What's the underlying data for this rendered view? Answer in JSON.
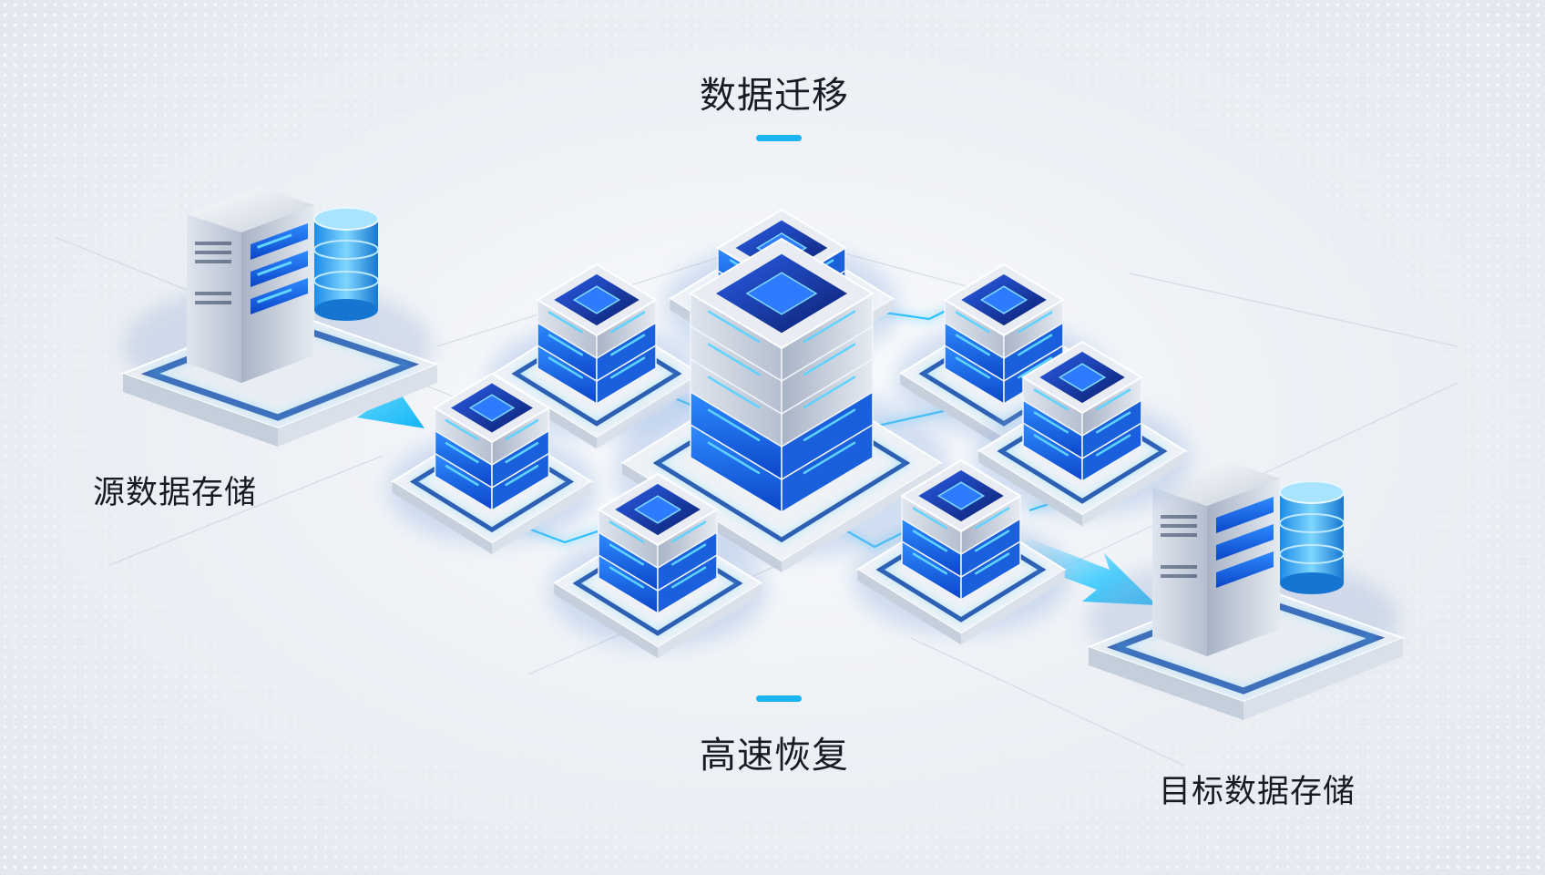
{
  "diagram": {
    "title_top": "数据迁移",
    "title_bottom": "高速恢复",
    "source_label": "源数据存储",
    "target_label": "目标数据存储"
  },
  "colors": {
    "accent": "#1ab4f0",
    "flow": "#27c7ff",
    "server_blue": "#1f6ff2",
    "text": "#161b25"
  }
}
